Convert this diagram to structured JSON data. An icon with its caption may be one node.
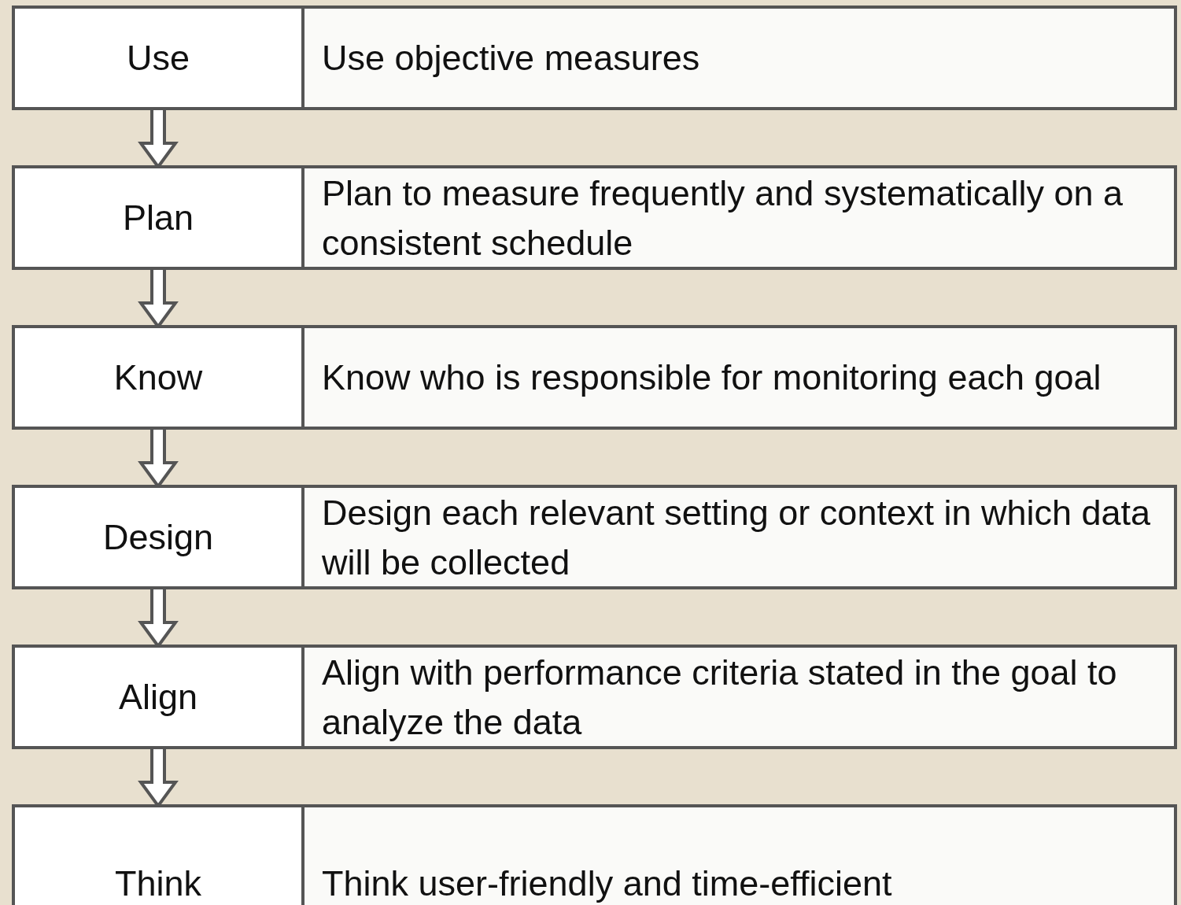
{
  "diagram": {
    "nodes": [
      {
        "text": [
          "Use"
        ]
      },
      {
        "text": [
          "Use objective measures"
        ]
      },
      {
        "text": [
          "Plan"
        ]
      },
      {
        "text": [
          "Plan to measure frequently and systematically on a consistent schedule"
        ]
      },
      {
        "text": [
          "Know"
        ]
      },
      {
        "text": [
          "Know who is responsible for monitoring each goal"
        ]
      },
      {
        "text": [
          "Design"
        ]
      },
      {
        "text": [
          "Design each relevant setting or context in which data will be collected"
        ]
      },
      {
        "text": [
          "Align"
        ]
      },
      {
        "text": [
          "Align with performance criteria stated in the goal to analyze the data"
        ]
      },
      {
        "text": [
          "Think"
        ]
      },
      {
        "text": [
          "Think user-friendly and time-efficient"
        ]
      }
    ],
    "edges": [
      {
        "from": 0,
        "to": 2,
        "arrow": "to"
      },
      {
        "from": 2,
        "to": 4,
        "arrow": "to"
      },
      {
        "from": 4,
        "to": 6,
        "arrow": "to"
      },
      {
        "from": 6,
        "to": 8,
        "arrow": "to"
      },
      {
        "from": 8,
        "to": 10,
        "arrow": "to"
      }
    ]
  }
}
